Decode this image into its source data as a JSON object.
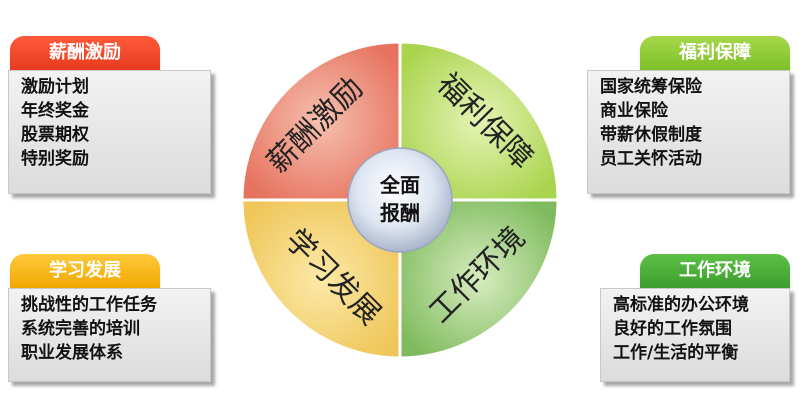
{
  "center": {
    "line1": "全面",
    "line2": "报酬"
  },
  "segments": {
    "salary": "薪酬激励",
    "welfare": "福利保障",
    "learning": "学习发展",
    "environment": "工作环境"
  },
  "panels": {
    "salary": {
      "title": "薪酬激励",
      "items": [
        "激励计划",
        "年终奖金",
        "股票期权",
        "特别奖励"
      ]
    },
    "welfare": {
      "title": "福利保障",
      "items": [
        "国家统筹保险",
        "商业保险",
        "带薪休假制度",
        "员工关怀活动"
      ]
    },
    "learning": {
      "title": "学习发展",
      "items": [
        "挑战性的工作任务",
        "系统完善的培训",
        "职业发展体系"
      ]
    },
    "environment": {
      "title": "工作环境",
      "items": [
        "高标准的办公环境",
        "良好的工作氛围",
        "工作/生活的平衡"
      ]
    }
  },
  "colors": {
    "salary": "#e8453c",
    "welfare": "#8dc63f",
    "learning": "#f5b800",
    "environment": "#4caf3c"
  }
}
